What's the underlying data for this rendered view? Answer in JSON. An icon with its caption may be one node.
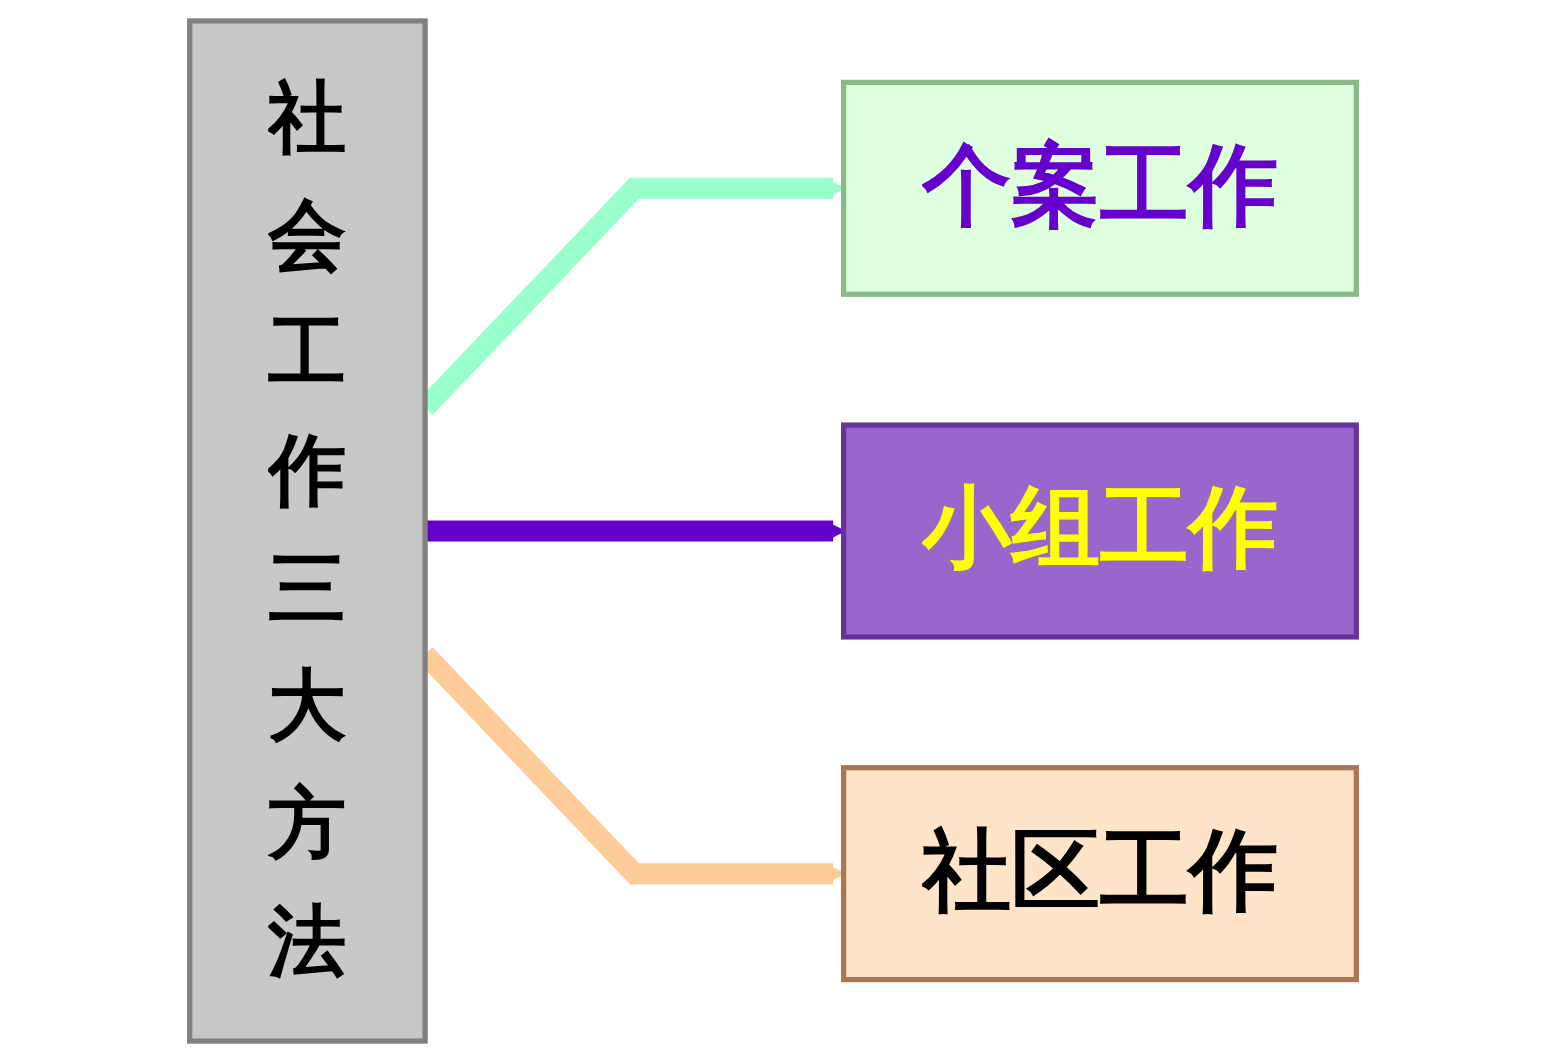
{
  "diagram": {
    "nodes": [
      {
        "text": [
          "社会工作三大方法"
        ]
      },
      {
        "text": [
          "个案工作"
        ]
      },
      {
        "text": [
          "小组工作"
        ]
      },
      {
        "text": [
          "社区工作"
        ]
      }
    ],
    "edges": [
      {
        "from": 0,
        "to": 1,
        "arrow": "to",
        "color": "#99ffcc"
      },
      {
        "from": 0,
        "to": 2,
        "arrow": "to",
        "color": "#6600cc"
      },
      {
        "from": 0,
        "to": 3,
        "arrow": "to",
        "color": "#ffcc99"
      }
    ]
  }
}
